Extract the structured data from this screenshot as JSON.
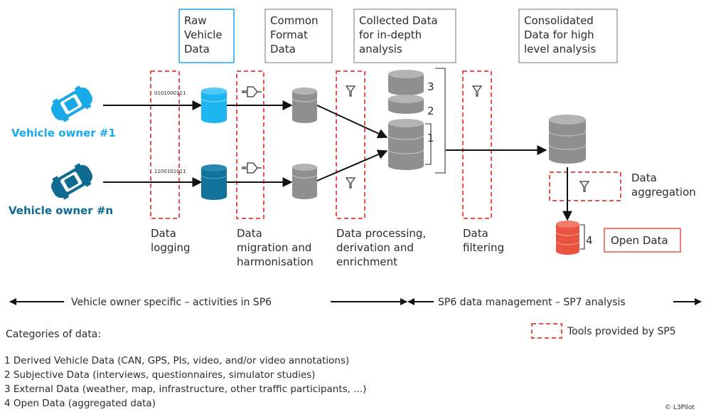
{
  "boxes": {
    "raw": [
      "Raw",
      "Vehicle",
      "Data"
    ],
    "common": [
      "Common",
      "Format",
      "Data"
    ],
    "collected": [
      "Collected Data",
      "for in-depth",
      "analysis"
    ],
    "consolidated": [
      "Consolidated",
      "Data for high",
      "level analysis"
    ]
  },
  "owners": {
    "first": "Vehicle owner #1",
    "nth": "Vehicle owner #n"
  },
  "binary": {
    "top": "0101000111",
    "bottom": "1100101011"
  },
  "layers": [
    "3",
    "2",
    "1",
    "4"
  ],
  "steps": {
    "logging": [
      "Data",
      "logging"
    ],
    "migration": [
      "Data",
      "migration and",
      "harmonisation"
    ],
    "processing": [
      "Data processing,",
      "derivation and",
      "enrichment"
    ],
    "filtering": [
      "Data",
      "filtering"
    ],
    "aggregation": [
      "Data",
      "aggregation"
    ]
  },
  "open_data_label": "Open Data",
  "phases": {
    "left": "Vehicle owner specific – activities in SP6",
    "right": "SP6 data management – SP7 analysis"
  },
  "legend": {
    "categories_title": "Categories of data:",
    "tools_label": "Tools provided by SP5",
    "categories": [
      "1 Derived Vehicle Data (CAN, GPS, PIs, video, and/or video annotations)",
      "2 Subjective Data (interviews, questionnaires, simulator studies)",
      "3 External Data (weather, map, infrastructure, other traffic participants, ...)",
      "4 Open Data (aggregated data)"
    ]
  },
  "copyright": "© L3Pilot",
  "colors": {
    "owner1": "#1aa9e8",
    "ownerN": "#0d6a90",
    "dashed": "#e8524a",
    "gray_db": "#9a9a9a",
    "open_data": "#e9533f"
  }
}
